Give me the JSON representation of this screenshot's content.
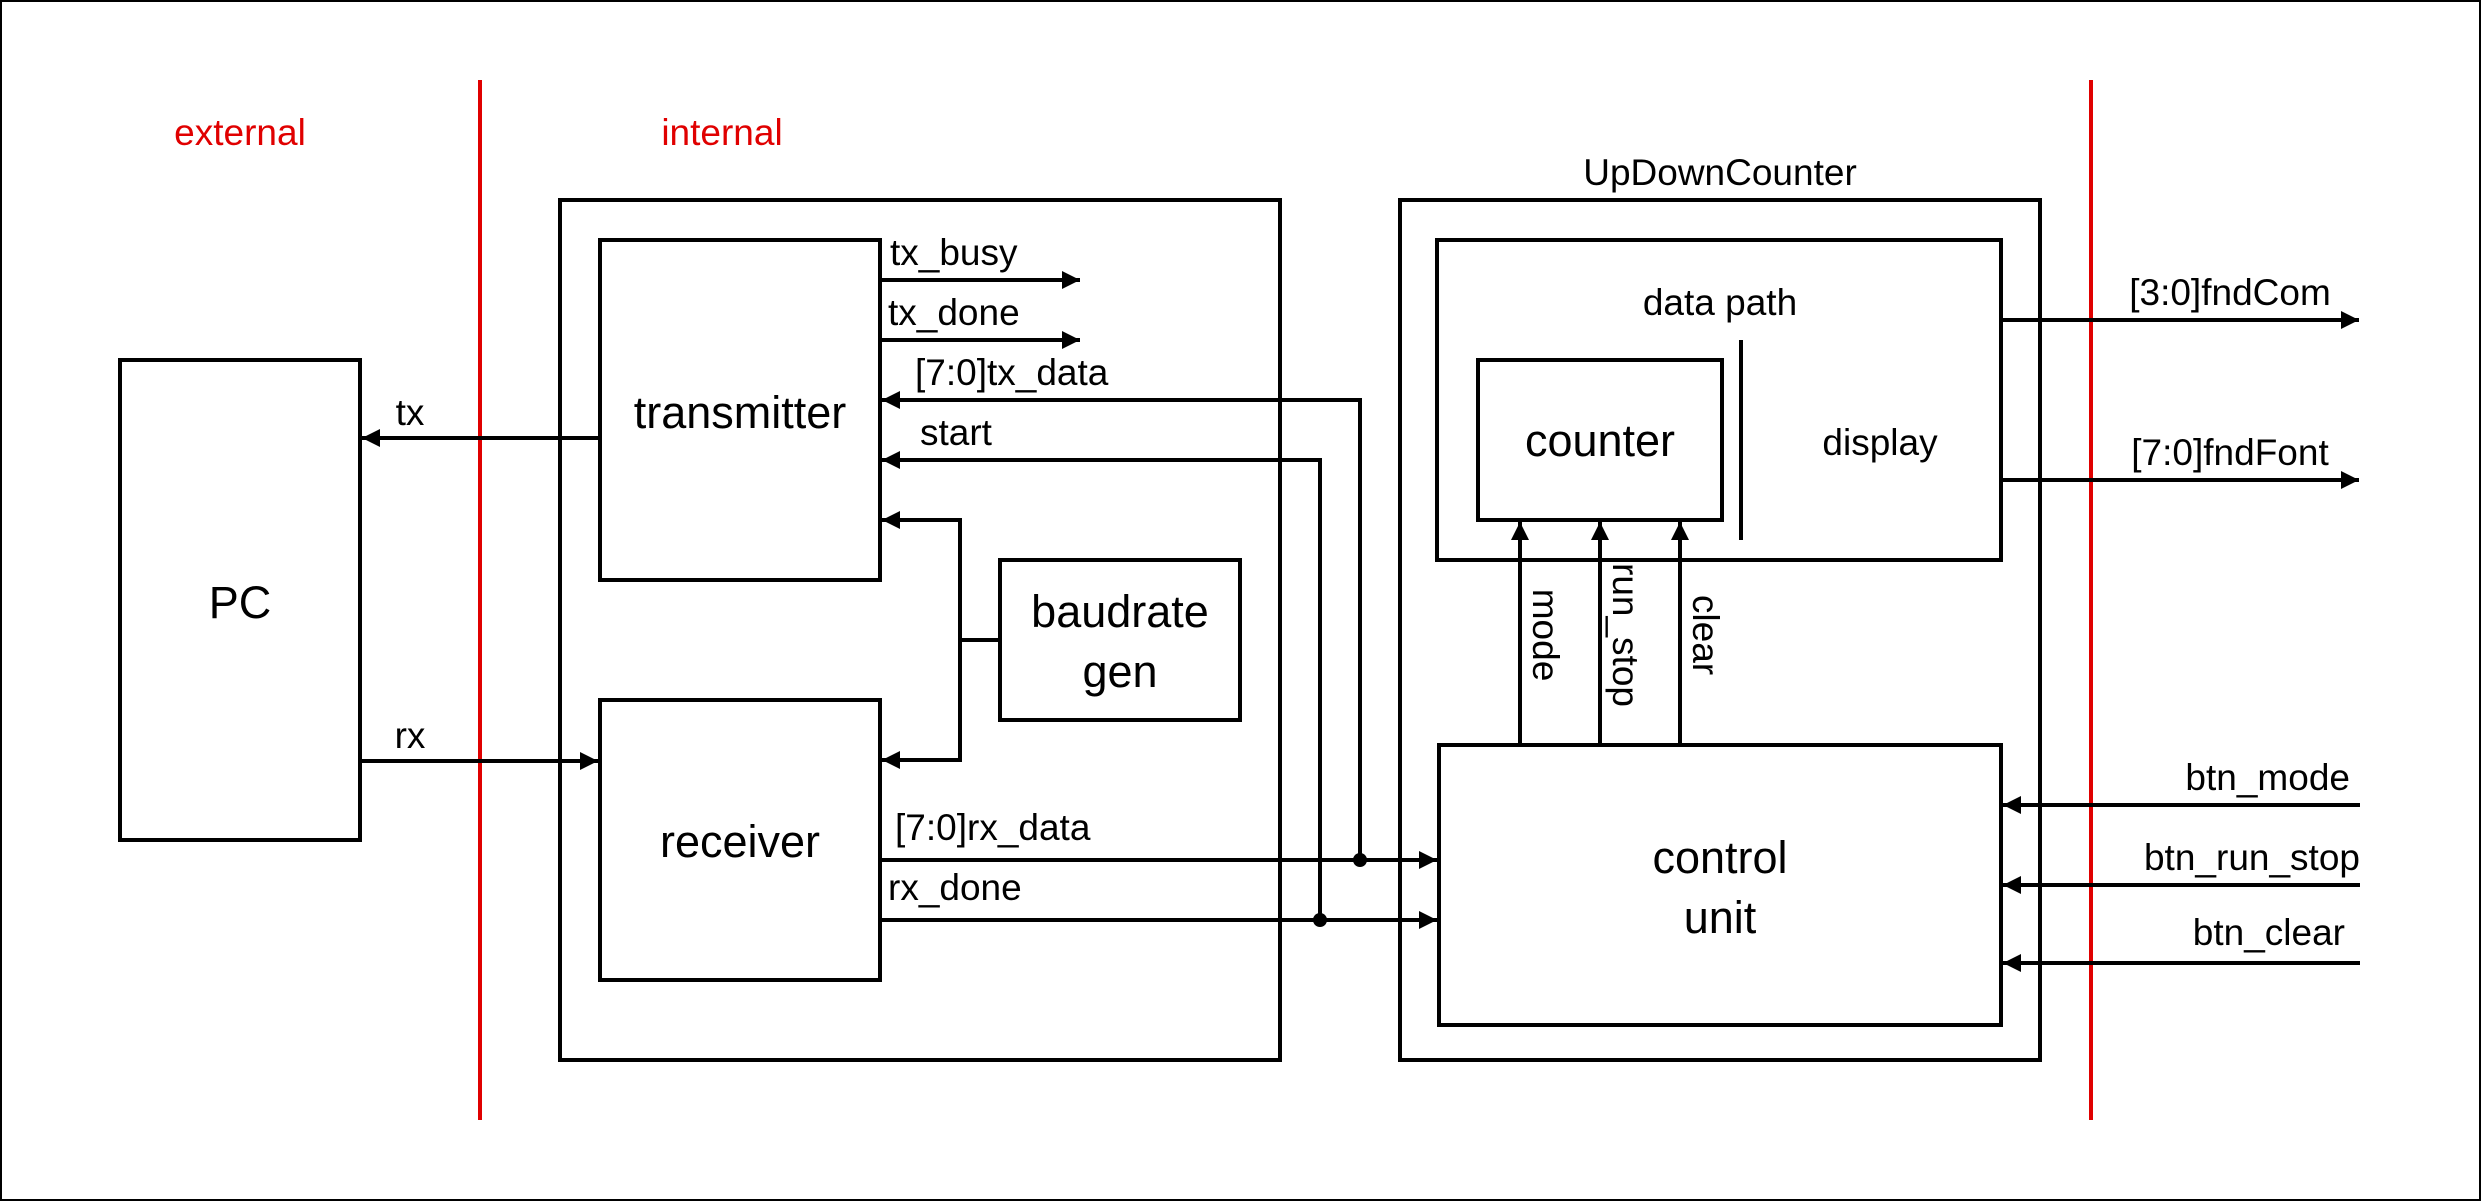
{
  "regions": {
    "external": "external",
    "internal": "internal"
  },
  "blocks": {
    "pc": "PC",
    "transmitter": "transmitter",
    "receiver": "receiver",
    "baudrate_line1": "baudrate",
    "baudrate_line2": "gen",
    "updown_title": "UpDownCounter",
    "data_path": "data path",
    "counter": "counter",
    "display": "display",
    "control_line1": "control",
    "control_line2": "unit"
  },
  "signals": {
    "tx": "tx",
    "rx": "rx",
    "tx_busy": "tx_busy",
    "tx_done": "tx_done",
    "tx_data": "[7:0]tx_data",
    "start": "start",
    "rx_data": "[7:0]rx_data",
    "rx_done": "rx_done",
    "mode": "mode",
    "run_stop": "run_stop",
    "clear": "clear",
    "fndCom": "[3:0]fndCom",
    "fndFont": "[7:0]fndFont",
    "btn_mode": "btn_mode",
    "btn_run_stop": "btn_run_stop",
    "btn_clear": "btn_clear"
  },
  "colors": {
    "boundary": "#e00000",
    "line": "#000000"
  }
}
